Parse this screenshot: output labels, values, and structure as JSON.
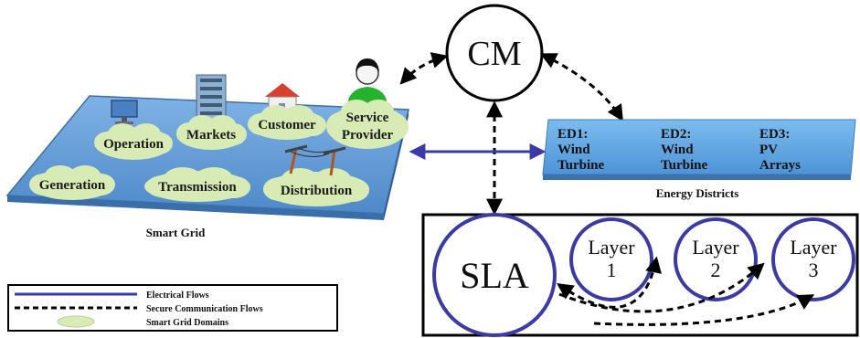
{
  "smart_grid": {
    "caption": "Smart Grid",
    "domains": {
      "operation": "Operation",
      "markets": "Markets",
      "customer": "Customer",
      "service_provider_line1": "Service",
      "service_provider_line2": "Provider",
      "generation": "Generation",
      "transmission": "Transmission",
      "distribution": "Distribution"
    }
  },
  "cm": {
    "label": "CM"
  },
  "energy_districts": {
    "caption": "Energy Districts",
    "ed1": {
      "id": "ED1:",
      "line1": "Wind",
      "line2": "Turbine"
    },
    "ed2": {
      "id": "ED2:",
      "line1": "Wind",
      "line2": "Turbine"
    },
    "ed3": {
      "id": "ED3:",
      "line1": "PV",
      "line2": "Arrays"
    }
  },
  "sla": {
    "label": "SLA",
    "layers": [
      {
        "word": "Layer",
        "num": "1"
      },
      {
        "word": "Layer",
        "num": "2"
      },
      {
        "word": "Layer",
        "num": "3"
      }
    ]
  },
  "legend": {
    "electrical": "Electrical Flows",
    "communication": "Secure Communication Flows",
    "domains": "Smart Grid Domains"
  },
  "colors": {
    "electrical_flow": "#3a3aa8",
    "layer_circle": "#3b3ba6",
    "cloud_fill": "#d8ebb5",
    "platform": "#5b97d6",
    "ed_box": "#63a7e3"
  }
}
